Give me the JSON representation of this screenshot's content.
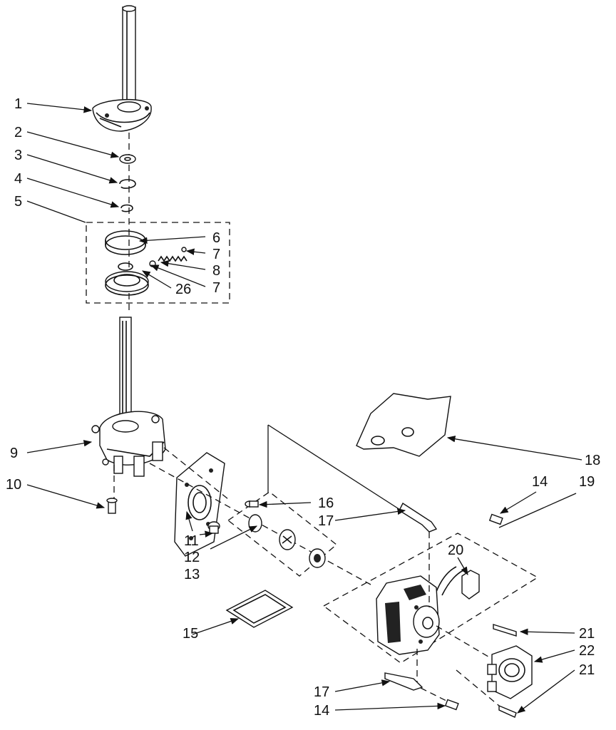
{
  "callouts": {
    "c1": "1",
    "c2": "2",
    "c3": "3",
    "c4": "4",
    "c5": "5",
    "c6": "6",
    "c7a": "7",
    "c8": "8",
    "c7b": "7",
    "c26": "26",
    "c9": "9",
    "c10": "10",
    "c11": "11",
    "c12": "12",
    "c13": "13",
    "c14a": "14",
    "c15": "15",
    "c16": "16",
    "c17a": "17",
    "c18": "18",
    "c19": "19",
    "c20": "20",
    "c21a": "21",
    "c22": "22",
    "c21b": "21",
    "c17b": "17",
    "c14b": "14"
  }
}
